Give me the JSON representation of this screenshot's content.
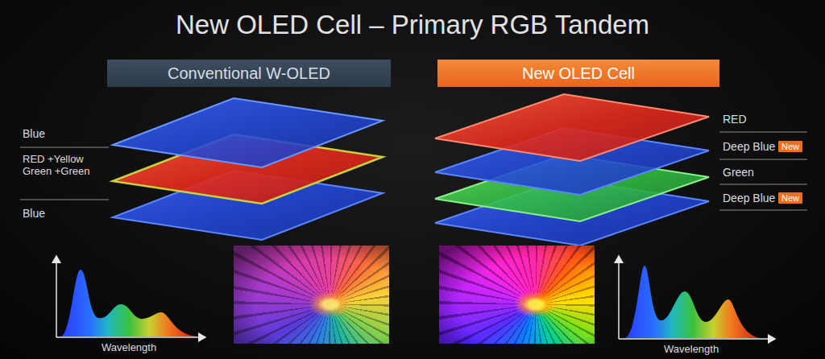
{
  "diagram": {
    "title": "New OLED Cell – Primary RGB Tandem",
    "nodes": [
      {
        "text": [
          "Conventional W-OLED"
        ]
      },
      {
        "text": [
          "New OLED Cell"
        ]
      },
      {
        "text": [
          "New"
        ]
      },
      {
        "text": [
          "New"
        ]
      }
    ],
    "labels": [
      "Blue",
      "RED +Yellow Green +Green",
      "Blue",
      "RED",
      "Deep Blue",
      "Green",
      "Deep Blue",
      "Wavelength",
      "Wavelength"
    ]
  }
}
